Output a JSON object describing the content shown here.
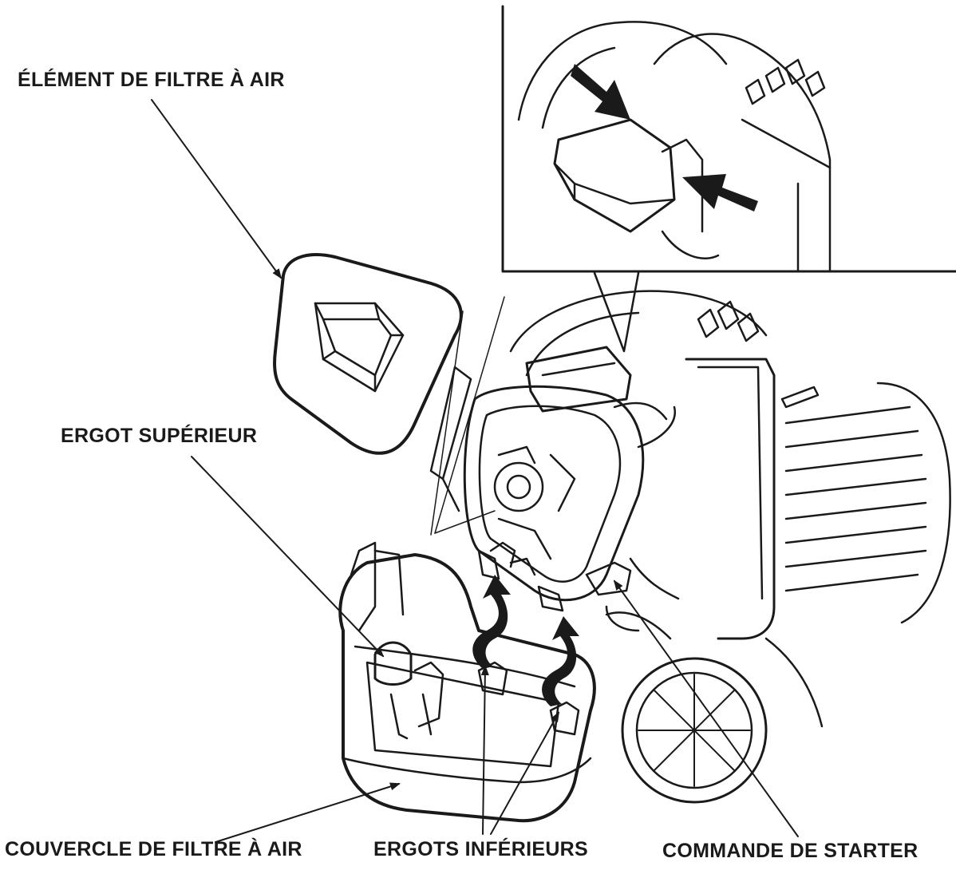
{
  "labels": {
    "air_filter_element": "ÉLÉMENT DE FILTRE À AIR",
    "upper_tab": "ERGOT SUPÉRIEUR",
    "air_filter_cover": "COUVERCLE DE FILTRE À AIR",
    "lower_tabs": "ERGOTS INFÉRIEURS",
    "choke_lever": "COMMANDE DE STARTER"
  },
  "colors": {
    "line": "#1a1a1a",
    "background": "#ffffff"
  }
}
